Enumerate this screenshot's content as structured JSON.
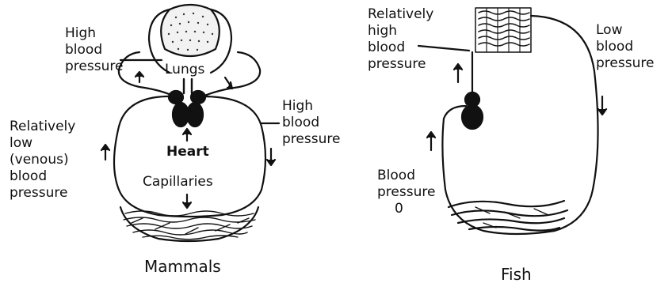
{
  "mammals": {
    "high_bp_left": [
      "High",
      "blood",
      "pressure"
    ],
    "lungs": "Lungs",
    "high_bp_right": [
      "High",
      "blood",
      "pressure"
    ],
    "venous_bp": [
      "Relatively",
      "low",
      "(venous)",
      "blood",
      "pressure"
    ],
    "heart": "Heart",
    "capillaries": "Capillaries",
    "caption": "Mammals"
  },
  "fish": {
    "high_bp": [
      "Relatively",
      "high",
      "blood",
      "pressure"
    ],
    "low_bp": [
      "Low",
      "blood",
      "pressure"
    ],
    "zero_bp": [
      "Blood",
      "pressure",
      "0"
    ],
    "caption": "Fish"
  }
}
